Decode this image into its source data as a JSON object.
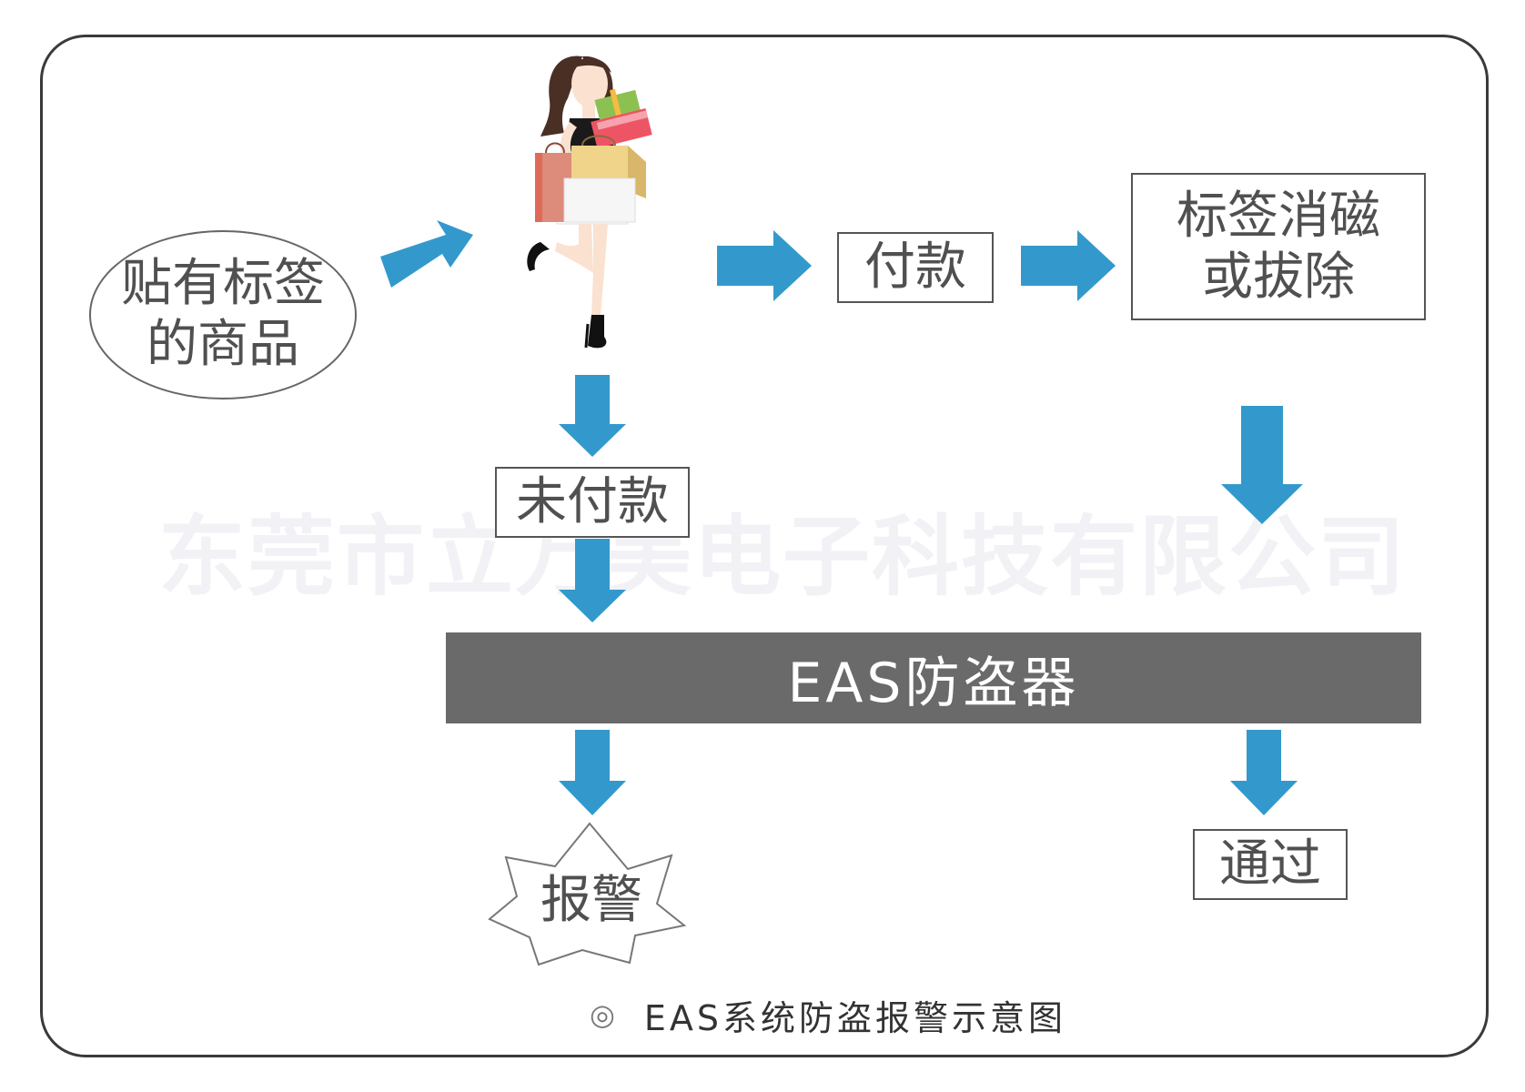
{
  "nodes": {
    "product": {
      "line1": "贴有标签",
      "line2": "的商品"
    },
    "pay": "付款",
    "deactivate": {
      "line1": "标签消磁",
      "line2": "或拔除"
    },
    "unpaid": "未付款",
    "eas": "EAS防盗器",
    "alarm": "报警",
    "pass": "通过"
  },
  "watermark": "东莞市立万美电子科技有限公司",
  "caption": {
    "mark": "◎",
    "text": "EAS系统防盗报警示意图"
  },
  "colors": {
    "arrow": "#3399cc",
    "eas_bar": "#6a6a6a",
    "frame": "#3a3a3a"
  },
  "icons": {
    "shopper": "woman-with-shopping-bags-icon"
  }
}
